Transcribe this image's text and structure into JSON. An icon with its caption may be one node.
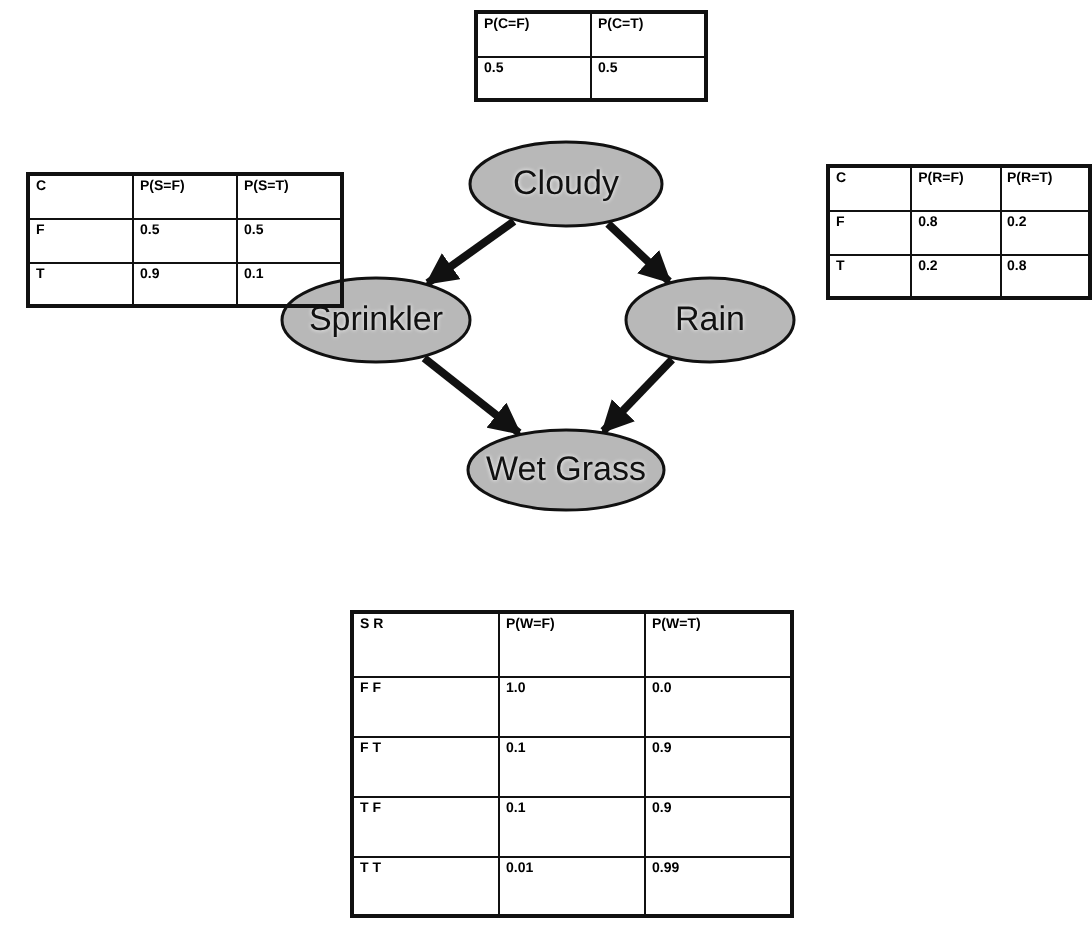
{
  "diagram": {
    "nodes": [
      {
        "text": [
          "Cloudy"
        ]
      },
      {
        "text": [
          "Sprinkler"
        ]
      },
      {
        "text": [
          "Rain"
        ]
      },
      {
        "text": [
          "Wet Grass"
        ]
      }
    ],
    "edges": [
      {
        "from": 0,
        "to": 1,
        "arrow": "to"
      },
      {
        "from": 0,
        "to": 2,
        "arrow": "to"
      },
      {
        "from": 1,
        "to": 3,
        "arrow": "to"
      },
      {
        "from": 2,
        "to": 3,
        "arrow": "to"
      }
    ],
    "labels": [
      "P(C=F)",
      "P(C=T)",
      "0.5",
      "0.5",
      "C",
      "P(S=F)",
      "P(S=T)",
      "F",
      "0.5",
      "0.5",
      "T",
      "0.9",
      "0.1",
      "C",
      "P(R=F)",
      "P(R=T)",
      "F",
      "0.8",
      "0.2",
      "T",
      "0.2",
      "0.8",
      "S R",
      "P(W=F)",
      "P(W=T)",
      "F F",
      "1.0",
      "0.0",
      "F T",
      "0.1",
      "0.9",
      "T F",
      "0.1",
      "0.9",
      "T T",
      "0.01",
      "0.99"
    ]
  }
}
